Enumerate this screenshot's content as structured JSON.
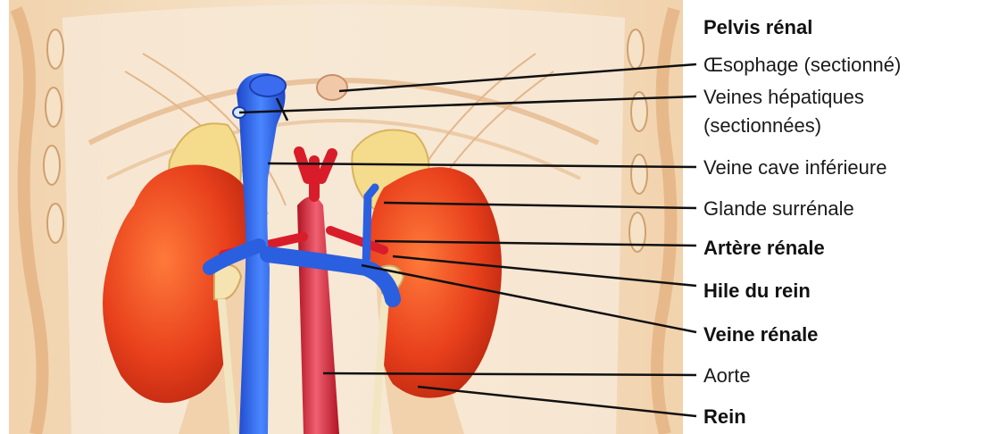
{
  "labels": {
    "pelvis": "Pelvis rénal",
    "esophagus": "Œsophage (sectionné)",
    "hepatic_veins_1": "Veines hépatiques",
    "hepatic_veins_2": "(sectionnées)",
    "ivc": "Veine cave inférieure",
    "adrenal": "Glande surrénale",
    "renal_artery": "Artère rénale",
    "hilum": "Hile du rein",
    "renal_vein": "Veine rénale",
    "aorta": "Aorte",
    "kidney": "Rein"
  },
  "colors": {
    "kidney": "#e8401c",
    "vein": "#2a5fe0",
    "artery": "#d91c2a",
    "adrenal": "#f4dc8c",
    "tissue": "#f3dcc0",
    "leader": "#111111"
  }
}
